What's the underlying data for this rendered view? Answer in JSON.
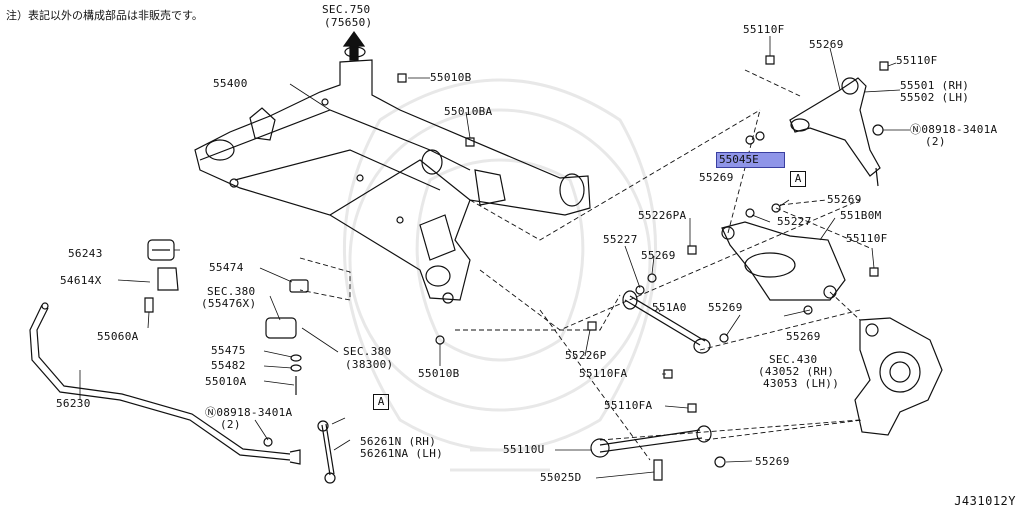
{
  "note": "注）表記以外の構成部品は非販売です。",
  "diagram_ref": "J431012Y",
  "callout_A": "A",
  "labels": {
    "sec750": "SEC.750",
    "sec750_sub": "(75650)",
    "p55400": "55400",
    "p55010B_top": "55010B",
    "p55010BA": "55010BA",
    "p55110F_top": "55110F",
    "p55269_top": "55269",
    "p55110F_right": "55110F",
    "p55501": "55501 (RH)",
    "p55502": "55502 (LH)",
    "p08918_top": "08918-3401A",
    "p08918_top_qty": "(2)",
    "p55045E": "55045E",
    "p55269_mid": "55269",
    "p55269_r2": "55269",
    "p55227_right": "55227",
    "p551B0M": "551B0M",
    "p55226PA": "55226PA",
    "p55227_mid": "55227",
    "p55269_mid2": "55269",
    "p55110F_mid": "55110F",
    "p56243": "56243",
    "p54614X": "54614X",
    "p55060A": "55060A",
    "p55474": "55474",
    "sec380a": "SEC.380",
    "sec380a_sub": "(55476X)",
    "p551A0": "551A0",
    "p55269_c": "55269",
    "p55226P": "55226P",
    "p55269_b": "55269",
    "sec430": "SEC.430",
    "sec430_rh": "(43052 (RH)",
    "sec430_lh": "43053 (LH))",
    "p55475": "55475",
    "sec380b": "SEC.380",
    "sec380b_sub": "(38300)",
    "p55482": "55482",
    "p55010A": "55010A",
    "p55010B_bot": "55010B",
    "p55110FA_1": "55110FA",
    "p56230": "56230",
    "p08918_left": "08918-3401A",
    "p08918_left_qty": "(2)",
    "p55110FA_2": "55110FA",
    "p56261N": "56261N (RH)",
    "p56261NA": "56261NA (LH)",
    "p55110U": "55110U",
    "p55269_low": "55269",
    "p55025D": "55025D"
  },
  "colors": {
    "line": "#111111",
    "highlight": "#8f95e8",
    "watermark": "#e6e6e6"
  }
}
